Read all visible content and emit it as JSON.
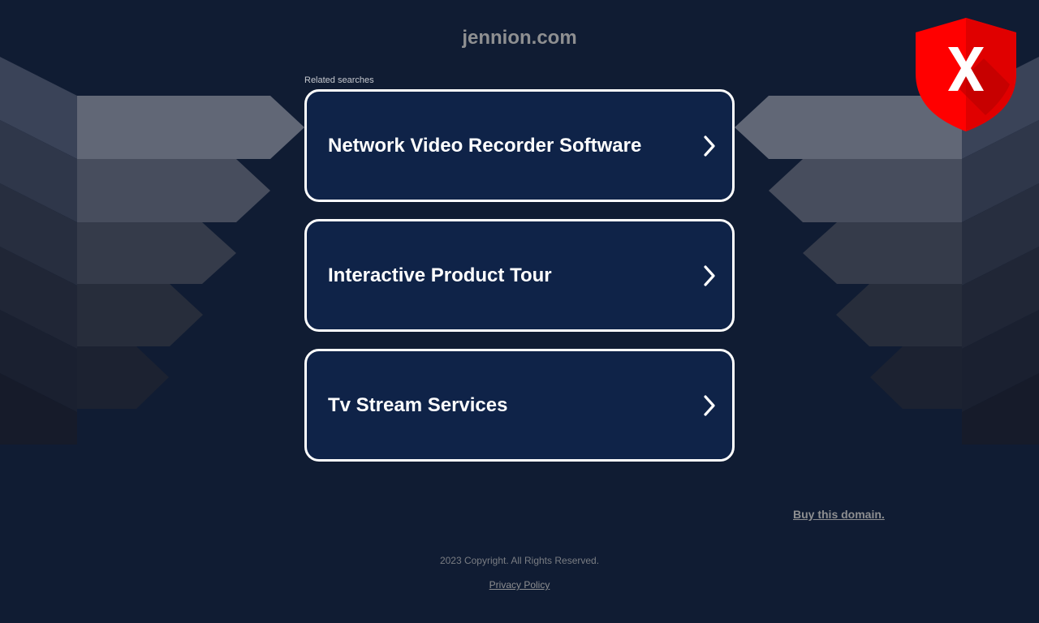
{
  "header": {
    "domain": "jennion.com"
  },
  "related": {
    "label": "Related searches",
    "items": [
      {
        "label": "Network Video Recorder Software"
      },
      {
        "label": "Interactive Product Tour"
      },
      {
        "label": "Tv Stream Services"
      }
    ]
  },
  "footer": {
    "buy_label": "Buy this domain.",
    "copyright": "2023 Copyright. All Rights Reserved.",
    "privacy_label": "Privacy Policy"
  },
  "colors": {
    "background": "#101c33",
    "card_fill": "#0f2348",
    "card_border": "#ffffff",
    "shield_red": "#ff0000"
  },
  "icons": {
    "chevron": "chevron-right-icon",
    "shield": "shield-x-icon"
  }
}
